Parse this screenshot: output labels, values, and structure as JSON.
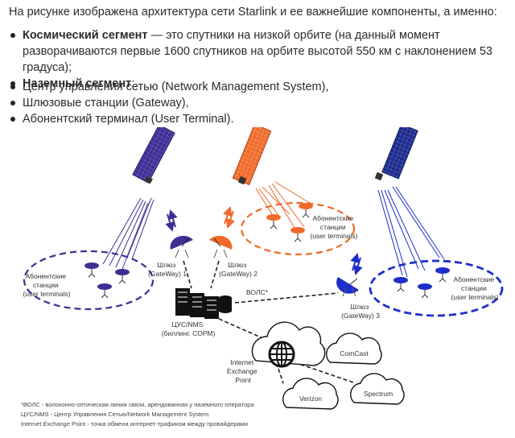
{
  "intro": "На рисунке изображена архитектура сети Starlink и ее важнейшие компоненты, а именно:",
  "space_segment": {
    "title": "Космический сегмент",
    "text": " — это спутники на низкой орбите (на данный момент разворачиваются первые 1600 спутников на орбите высотой 550 км с наклонением 53 градуса);"
  },
  "ground_segment": {
    "title": "Наземный сегмент",
    "suffix": ":"
  },
  "ground_items": [
    "Центр управления сетью (Network Management System),",
    "Шлюзовые станции (Gateway),",
    "Абонентский терминал (User Terminal)."
  ],
  "diagram": {
    "user_terminals_left": [
      "Абонентские",
      "станции",
      "(user terminals)"
    ],
    "user_terminals_center": [
      "Абонентские",
      "станции",
      "(user terminals)"
    ],
    "user_terminals_right": [
      "Абонентские",
      "станции",
      "(user terminals)"
    ],
    "gateway1": [
      "Шлюз",
      "(GateWay) 1"
    ],
    "gateway2": [
      "Шлюз",
      "(GateWay) 2"
    ],
    "gateway3": [
      "Шлюз",
      "(GateWay) 3"
    ],
    "fiber_label": "ВОЛС*",
    "nms": [
      "ЦУС/NMS",
      "(биллинг, СОРМ)"
    ],
    "ixp": [
      "Internet",
      "Exchange",
      "Point"
    ],
    "clouds": {
      "comcast": "ComCast",
      "spectrum": "Spectrum",
      "verizon": "Verizon"
    },
    "footnotes": [
      "*ВОЛС - волоконно-оптическая линия связи, арендованная у наземного оператора",
      "ЦУС/NMS - Центр Управления Сетью/Network Management System",
      "Internet Exchange Point - точка обмена интернет-трафиком между провайдерами"
    ]
  },
  "colors": {
    "purple": "#3f2f94",
    "orange": "#f06a2a",
    "blue": "#1d2fc9",
    "text": "#2b2b2b"
  }
}
